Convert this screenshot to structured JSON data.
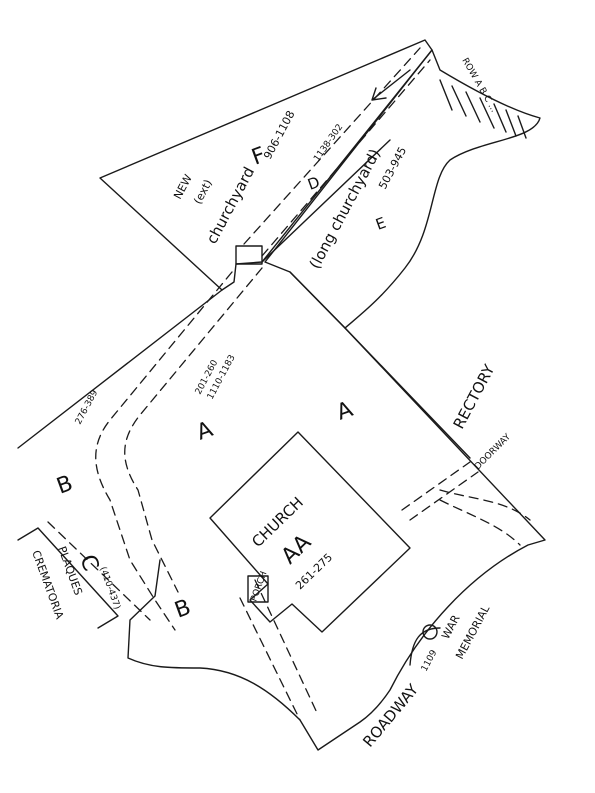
{
  "labels": {
    "section_f": "F",
    "range_f": "906-1108",
    "new_ext_1": "NEW",
    "new_ext_2": "(ext)",
    "new_ext_3": "churchyard",
    "section_d": "D",
    "range_d": "1138-302",
    "long_churchyard": "(long churchyard)",
    "section_e": "E",
    "range_e": "503-945",
    "row_ab": "ROW A B C ...",
    "range_path": "201-260",
    "range_path2": "1110-1183",
    "section_a_left": "A",
    "section_a_right": "A",
    "rectory": "RECTORY",
    "doorway": "DOORWAY",
    "section_b_top": "B",
    "range_b": "276-389",
    "church": "CHURCH",
    "church_code": "AA",
    "range_church": "261-275",
    "crematoria": "CREMATORIA",
    "plaques": "PLAQUES",
    "section_c": "C",
    "range_c": "(410-437)",
    "section_b_low": "B",
    "porch": "PORCH",
    "war_memorial_1": "WAR",
    "war_memorial_2": "MEMORIAL",
    "memorial_no": "1109",
    "roadway": "ROADWAY"
  }
}
